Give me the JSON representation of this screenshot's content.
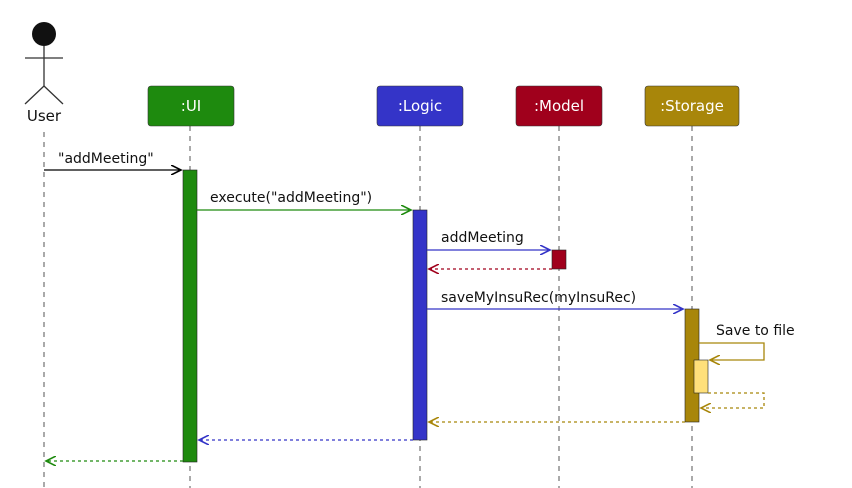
{
  "diagram": {
    "actor": {
      "label": "User"
    },
    "participants": [
      {
        "key": "ui",
        "label": ":UI",
        "color": "#1e8a0e",
        "text_color": "#ffffff"
      },
      {
        "key": "logic",
        "label": ":Logic",
        "color": "#3434c8",
        "text_color": "#ffffff"
      },
      {
        "key": "model",
        "label": ":Model",
        "color": "#a0001c",
        "text_color": "#ffffff"
      },
      {
        "key": "storage",
        "label": ":Storage",
        "color": "#a8860a",
        "text_color": "#ffffff"
      }
    ],
    "activation_colors": {
      "ui": "#1e8a0e",
      "logic": "#3434c8",
      "model": "#a0001c",
      "storage": "#a8860a",
      "storage_inner": "#ffe07a"
    },
    "messages": [
      {
        "key": "user_to_ui",
        "label": "\"addMeeting\"",
        "color": "#000000",
        "style": "solid"
      },
      {
        "key": "ui_to_logic",
        "label": "execute(\"addMeeting\")",
        "color": "#1e8a0e",
        "style": "solid"
      },
      {
        "key": "logic_to_model",
        "label": "addMeeting",
        "color": "#3434c8",
        "style": "solid"
      },
      {
        "key": "model_return",
        "label": "",
        "color": "#a0001c",
        "style": "dashed"
      },
      {
        "key": "logic_to_storage",
        "label": "saveMyInsuRec(myInsuRec)",
        "color": "#3434c8",
        "style": "solid"
      },
      {
        "key": "storage_self",
        "label": "Save to file",
        "color": "#a8860a",
        "style": "solid"
      },
      {
        "key": "storage_self_return",
        "label": "",
        "color": "#a8860a",
        "style": "dashed"
      },
      {
        "key": "storage_return",
        "label": "",
        "color": "#a8860a",
        "style": "dashed"
      },
      {
        "key": "logic_return",
        "label": "",
        "color": "#3434c8",
        "style": "dashed"
      },
      {
        "key": "ui_return",
        "label": "",
        "color": "#1e8a0e",
        "style": "dashed"
      }
    ]
  }
}
